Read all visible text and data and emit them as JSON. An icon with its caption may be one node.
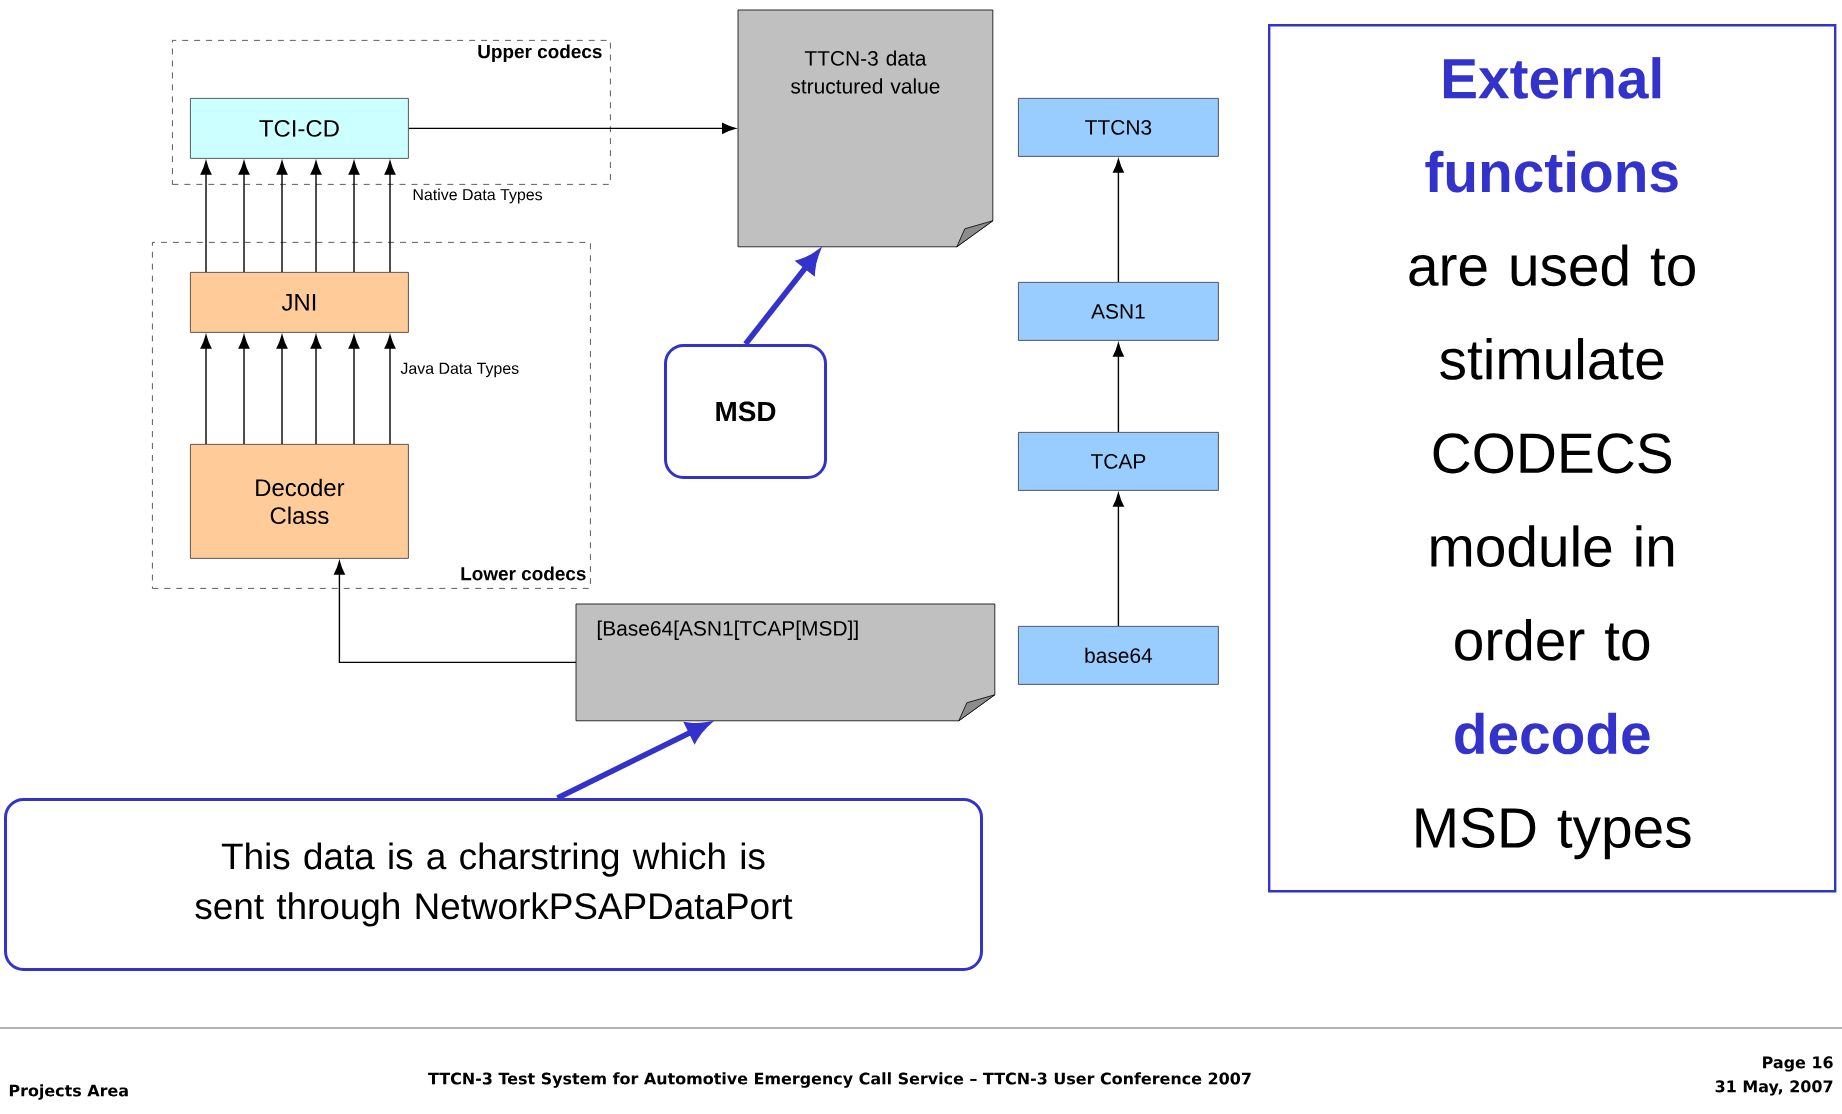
{
  "diagram": {
    "nodes": [
      {
        "text": [
          "Upper codecs"
        ]
      },
      {
        "text": [
          "TCI-CD"
        ],
        "in": 0
      },
      {
        "text": [
          "Lower codecs"
        ]
      },
      {
        "text": [
          "JNI"
        ],
        "in": 2
      },
      {
        "text": [
          "Decoder Class"
        ],
        "in": 2
      },
      {
        "text": [
          "TTCN-3 data structured value"
        ]
      },
      {
        "text": [
          "MSD"
        ]
      },
      {
        "text": [
          "[Base64[ASN1[TCAP[MSD]]"
        ]
      },
      {
        "text": [
          "This data is a charstring which is sent through NetworkPSAPDataPort"
        ]
      },
      {
        "text": [
          "TTCN3"
        ]
      },
      {
        "text": [
          "ASN1"
        ]
      },
      {
        "text": [
          "TCAP"
        ]
      },
      {
        "text": [
          "base64"
        ]
      },
      {
        "text": [
          "**External functions** are used to stimulate CODECS module in order to **decode** MSD types"
        ]
      }
    ],
    "edges": [
      {
        "from": 4,
        "to": 3,
        "arrow": "to"
      },
      {
        "from": 4,
        "to": 3,
        "arrow": "to"
      },
      {
        "from": 4,
        "to": 3,
        "arrow": "to"
      },
      {
        "from": 4,
        "to": 3,
        "arrow": "to"
      },
      {
        "from": 4,
        "to": 3,
        "arrow": "to"
      },
      {
        "from": 4,
        "to": 3,
        "arrow": "to"
      },
      {
        "from": 3,
        "to": 1,
        "arrow": "to"
      },
      {
        "from": 3,
        "to": 1,
        "arrow": "to"
      },
      {
        "from": 3,
        "to": 1,
        "arrow": "to"
      },
      {
        "from": 3,
        "to": 1,
        "arrow": "to"
      },
      {
        "from": 3,
        "to": 1,
        "arrow": "to"
      },
      {
        "from": 3,
        "to": 1,
        "arrow": "to"
      },
      {
        "from": 1,
        "to": 5,
        "arrow": "to"
      },
      {
        "from": 6,
        "to": 5,
        "arrow": "to",
        "style": "thick",
        "color": "#3333cc"
      },
      {
        "from": 7,
        "to": 4,
        "arrow": "to"
      },
      {
        "from": 8,
        "to": 7,
        "arrow": "to",
        "style": "thick",
        "color": "#3333cc"
      },
      {
        "from": 12,
        "to": 11,
        "arrow": "to"
      },
      {
        "from": 11,
        "to": 10,
        "arrow": "to"
      },
      {
        "from": 10,
        "to": 9,
        "arrow": "to"
      }
    ],
    "labels": [
      "Native Data Types",
      "Java Data Types",
      "Projects Area",
      "TTCN-3 Test System for Automotive Emergency Call Service – TTCN-3 User Conference 2007",
      "Page 16",
      "31 May, 2007"
    ]
  }
}
